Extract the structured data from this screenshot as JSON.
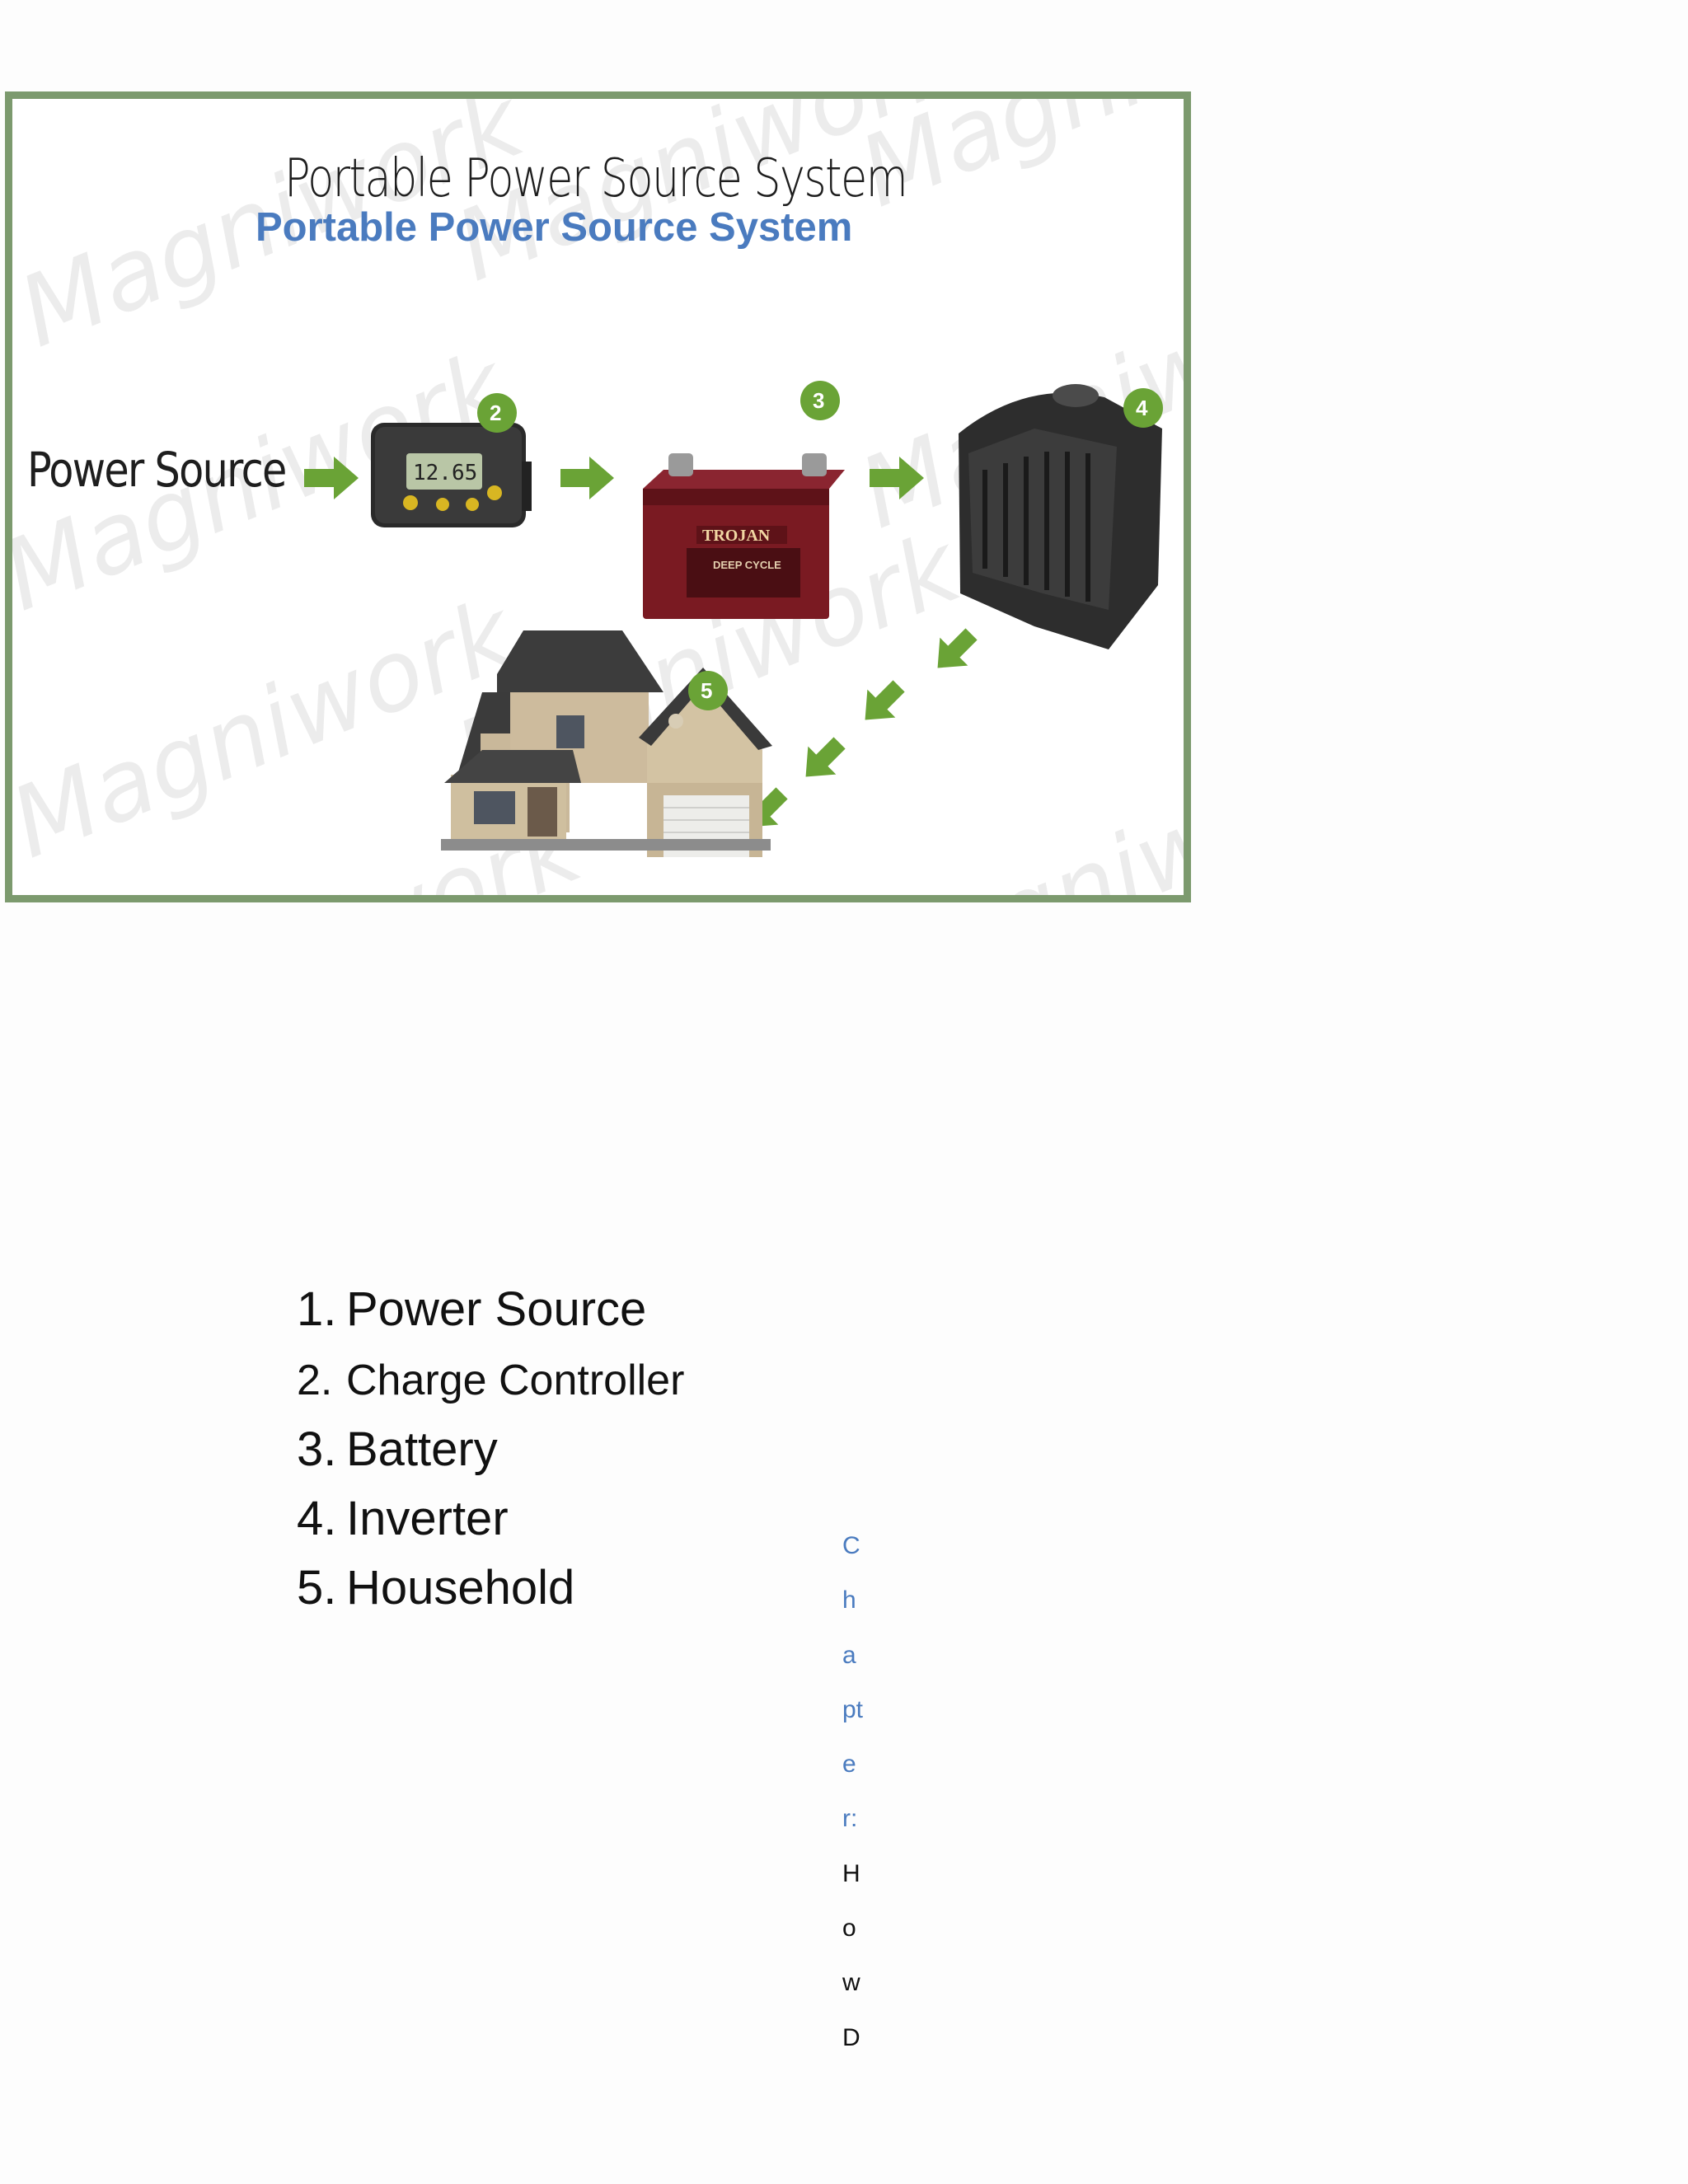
{
  "figure": {
    "title_script": "Portable Power Source System",
    "title_blue": "Portable Power Source System",
    "power_source_label": "Power Source",
    "watermark": "Magniwork",
    "badges": [
      "2",
      "3",
      "4",
      "5"
    ],
    "lcd_reading": "12.65",
    "battery_brand": "TROJAN",
    "battery_subtitle": "DEEP CYCLE",
    "colors": {
      "frame": "#7c9a6e",
      "arrow": "#6aa336",
      "badge": "#6aa336",
      "title_blue": "#4a7bbf"
    },
    "icons": [
      "arrow-right-icon",
      "arrow-down-left-icon",
      "charge-controller-icon",
      "battery-icon",
      "inverter-icon",
      "house-icon"
    ]
  },
  "parts": [
    {
      "num": "1.",
      "label": "Power Source"
    },
    {
      "num": "2.",
      "label": "Charge Controller"
    },
    {
      "num": "3.",
      "label": "Battery"
    },
    {
      "num": "4.",
      "label": "Inverter"
    },
    {
      "num": "5.",
      "label": "Household"
    }
  ],
  "vertical_text": {
    "blue": [
      "C",
      "h",
      "a",
      "pt",
      "e",
      "r:"
    ],
    "dark": [
      "H",
      "o",
      "w",
      "D"
    ]
  }
}
